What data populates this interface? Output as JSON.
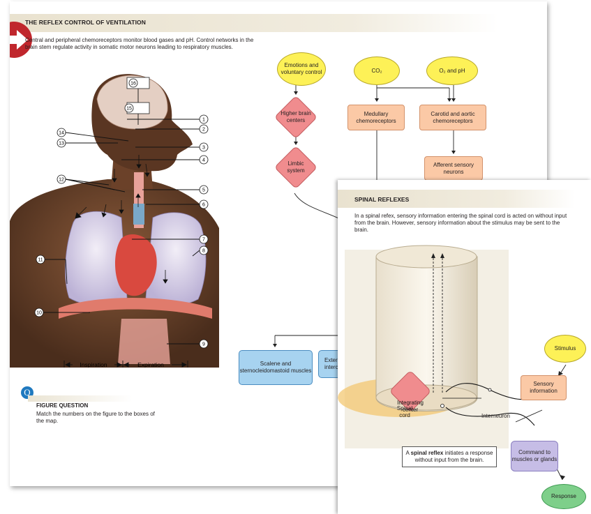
{
  "main_figure": {
    "title": "THE REFLEX CONTROL OF VENTILATION",
    "intro": "Central and peripheral chemoreceptors monitor blood gases and pH. Control networks in the brain stem regulate activity in somatic motor neurons leading to respiratory muscles.",
    "callout_numbers": [
      "1",
      "2",
      "3",
      "4",
      "5",
      "6",
      "7",
      "8",
      "9",
      "10",
      "11",
      "12",
      "13",
      "14",
      "15",
      "16"
    ],
    "inspiration_label": "Inspiration",
    "expiration_label": "Expiration"
  },
  "figure_question": {
    "icon_letter": "Q",
    "title": "FIGURE QUESTION",
    "text": "Match the numbers on the figure to the boxes of the map."
  },
  "flowchart": {
    "emotions": "Emotions and voluntary control",
    "co2": "CO₂",
    "o2_ph": "O₂ and pH",
    "higher_brain": "Higher brain centers",
    "medullary": "Medullary chemoreceptors",
    "carotid": "Carotid and aortic chemoreceptors",
    "limbic": "Limbic system",
    "afferent": "Afferent sensory neurons",
    "scalene": "Scalene and sternocleidomastoid muscles",
    "external_partial": "Extern intercos"
  },
  "spinal_reflexes": {
    "title": "SPINAL REFLEXES",
    "intro": "In a spinal refex, sensory information entering the spinal cord is acted on without input from the brain. However, sensory information about the stimulus may be sent to the brain.",
    "spinal_cord": "Spinal cord",
    "integrating_center": "Integrating center",
    "interneuron": "Interneuron",
    "stimulus": "Stimulus",
    "sensory_info": "Sensory information",
    "command": "Command to muscles or glands",
    "response": "Response",
    "caption_prefix": "A",
    "caption_bold": "spinal reflex",
    "caption_suffix": "initiates a response without input from the brain."
  },
  "colors": {
    "oval_yellow": "#fdf157",
    "peach_box": "#fbc9a6",
    "diamond_red": "#f08c8e",
    "blue_box": "#a7d3f0",
    "lavender_box": "#c6bde6",
    "green_oval": "#7ecf8a",
    "badge_red": "#c0272d",
    "question_blue": "#1f79bf"
  }
}
